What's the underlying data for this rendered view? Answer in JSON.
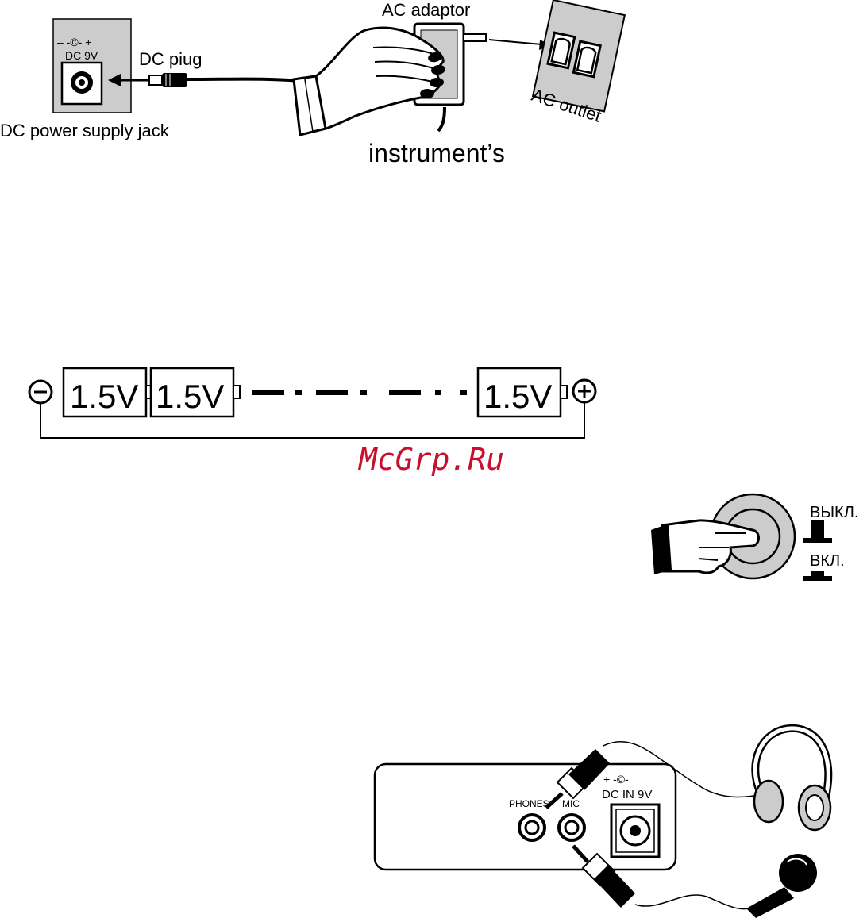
{
  "power_section": {
    "jack_polarity": "– -©- +",
    "jack_rating": "DC 9V",
    "jack_label": "DC power supply jack",
    "plug_label": "DC piug",
    "adaptor_label": "AC adaptor",
    "outlet_label": "AC outlet",
    "caption": "instrument’s"
  },
  "battery_section": {
    "cells": [
      "1.5V",
      "1.5V",
      "1.5V"
    ],
    "minus_symbol": "−",
    "plus_symbol": "+"
  },
  "watermark": "McGrp.Ru",
  "switch_section": {
    "off_label": "ВЫКЛ.",
    "on_label": "ВКЛ."
  },
  "jack_panel": {
    "phones_label": "PHONES",
    "mic_label": "MIC",
    "dc_polarity": "+ -©-",
    "dc_label": "DC IN 9V"
  },
  "colors": {
    "ink": "#000000",
    "panel_gray": "#cccccc",
    "watermark_red": "#c8102e"
  }
}
